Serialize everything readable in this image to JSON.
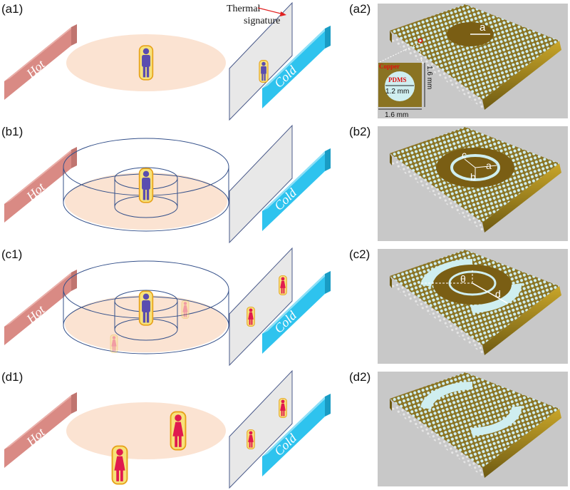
{
  "rows": [
    {
      "left_label": "(a1)",
      "right_label": "(a2)",
      "variant": "plain",
      "figures": "a"
    },
    {
      "left_label": "(b1)",
      "right_label": "(b2)",
      "variant": "cloak",
      "figures": "b"
    },
    {
      "left_label": "(c1)",
      "right_label": "(c2)",
      "variant": "cloak",
      "figures": "c"
    },
    {
      "left_label": "(d1)",
      "right_label": "(d2)",
      "variant": "plain",
      "figures": "d"
    }
  ],
  "hot_label": "Hot",
  "cold_label": "Cold",
  "thermal_signature": {
    "line1": "Thermal",
    "line2": "signature"
  },
  "inset": {
    "copper": "Copper",
    "pdms": "PDMS",
    "inner": "1.2 mm",
    "side_v": "1.6 mm",
    "side_h": "1.6 mm"
  },
  "params": {
    "a": "a",
    "b": "b",
    "c": "c",
    "theta": "θ",
    "d": "d"
  },
  "colors": {
    "hot": "#d98a84",
    "cold": "#2ec3ee",
    "copper": "#8a7322",
    "pdms": "#cfeef0",
    "panel_bg": "#c8c8c8",
    "person_blue": "#5a4db0",
    "person_red": "#e01a4f"
  }
}
